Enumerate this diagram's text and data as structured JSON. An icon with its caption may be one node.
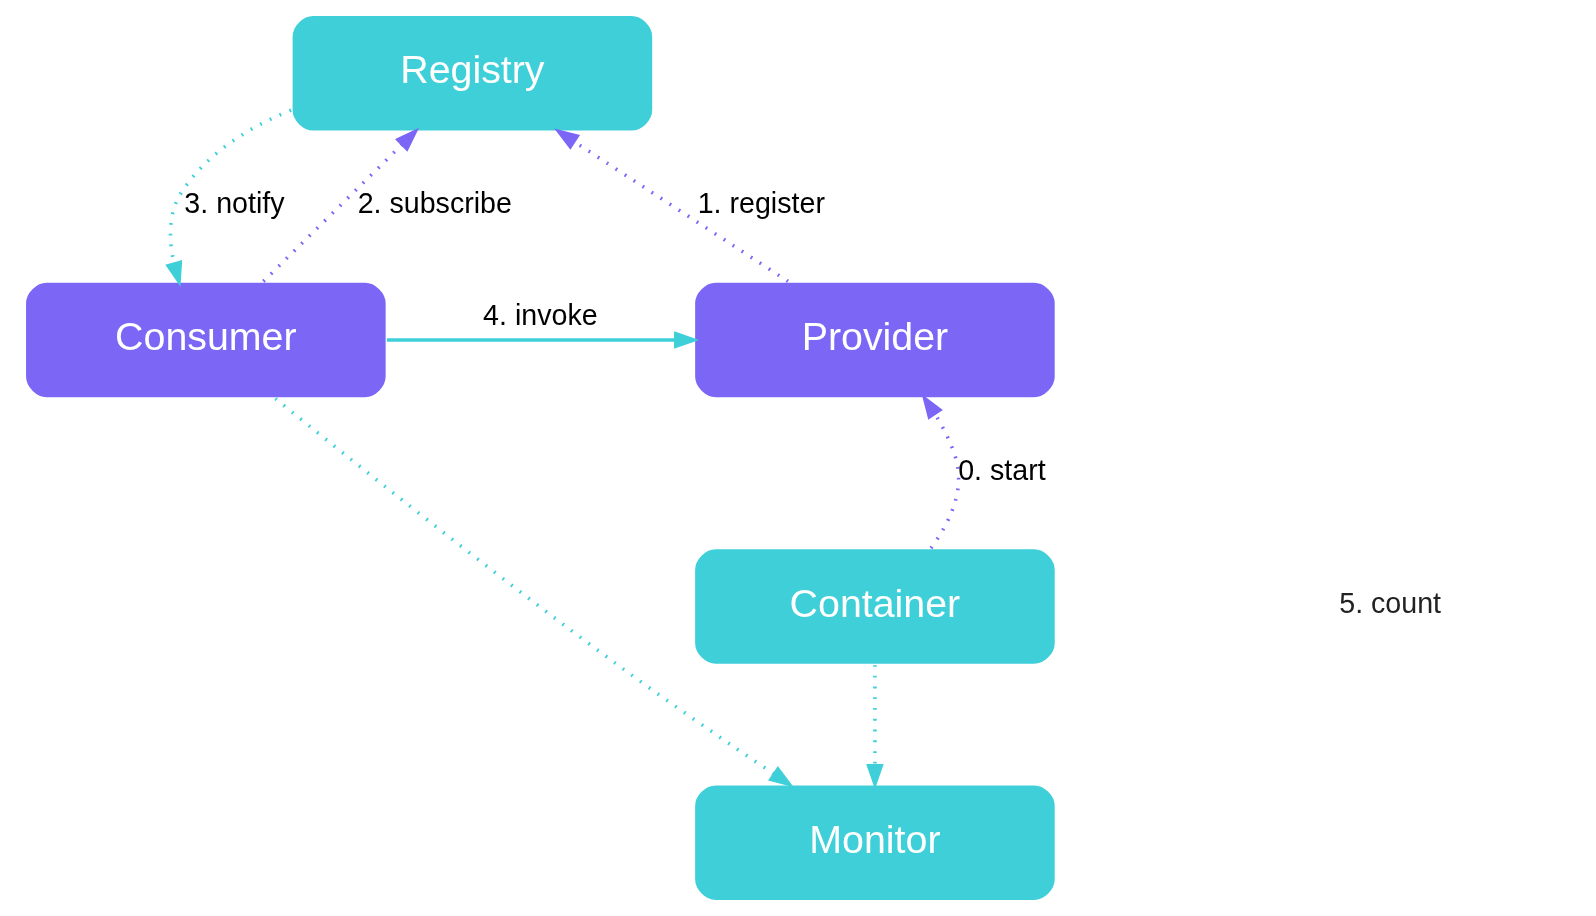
{
  "diagram": {
    "nodes": [
      {
        "text": [
          "Registry"
        ]
      },
      {
        "text": [
          "Consumer"
        ]
      },
      {
        "text": [
          "Provider"
        ]
      },
      {
        "text": [
          "Container"
        ]
      },
      {
        "text": [
          "Monitor"
        ]
      }
    ],
    "edges": [
      {
        "from": 3,
        "to": 2,
        "arrow": "to",
        "label": "0. start",
        "style": "dashed",
        "color": "#7b66f6"
      },
      {
        "from": 2,
        "to": 0,
        "arrow": "to",
        "label": "1. register",
        "style": "dashed",
        "color": "#7b66f6"
      },
      {
        "from": 1,
        "to": 0,
        "arrow": "to",
        "label": "2. subscribe",
        "style": "dashed",
        "color": "#7b66f6"
      },
      {
        "from": 0,
        "to": 1,
        "arrow": "to",
        "label": "3. notify",
        "style": "dashed"
      },
      {
        "from": 1,
        "to": 2,
        "arrow": "to",
        "label": "4. invoke"
      },
      {
        "from": 1,
        "to": 4,
        "arrow": "to",
        "style": "dashed"
      },
      {
        "from": 3,
        "to": 4,
        "arrow": "to",
        "style": "dashed"
      }
    ],
    "labels": [
      "5. count"
    ]
  }
}
